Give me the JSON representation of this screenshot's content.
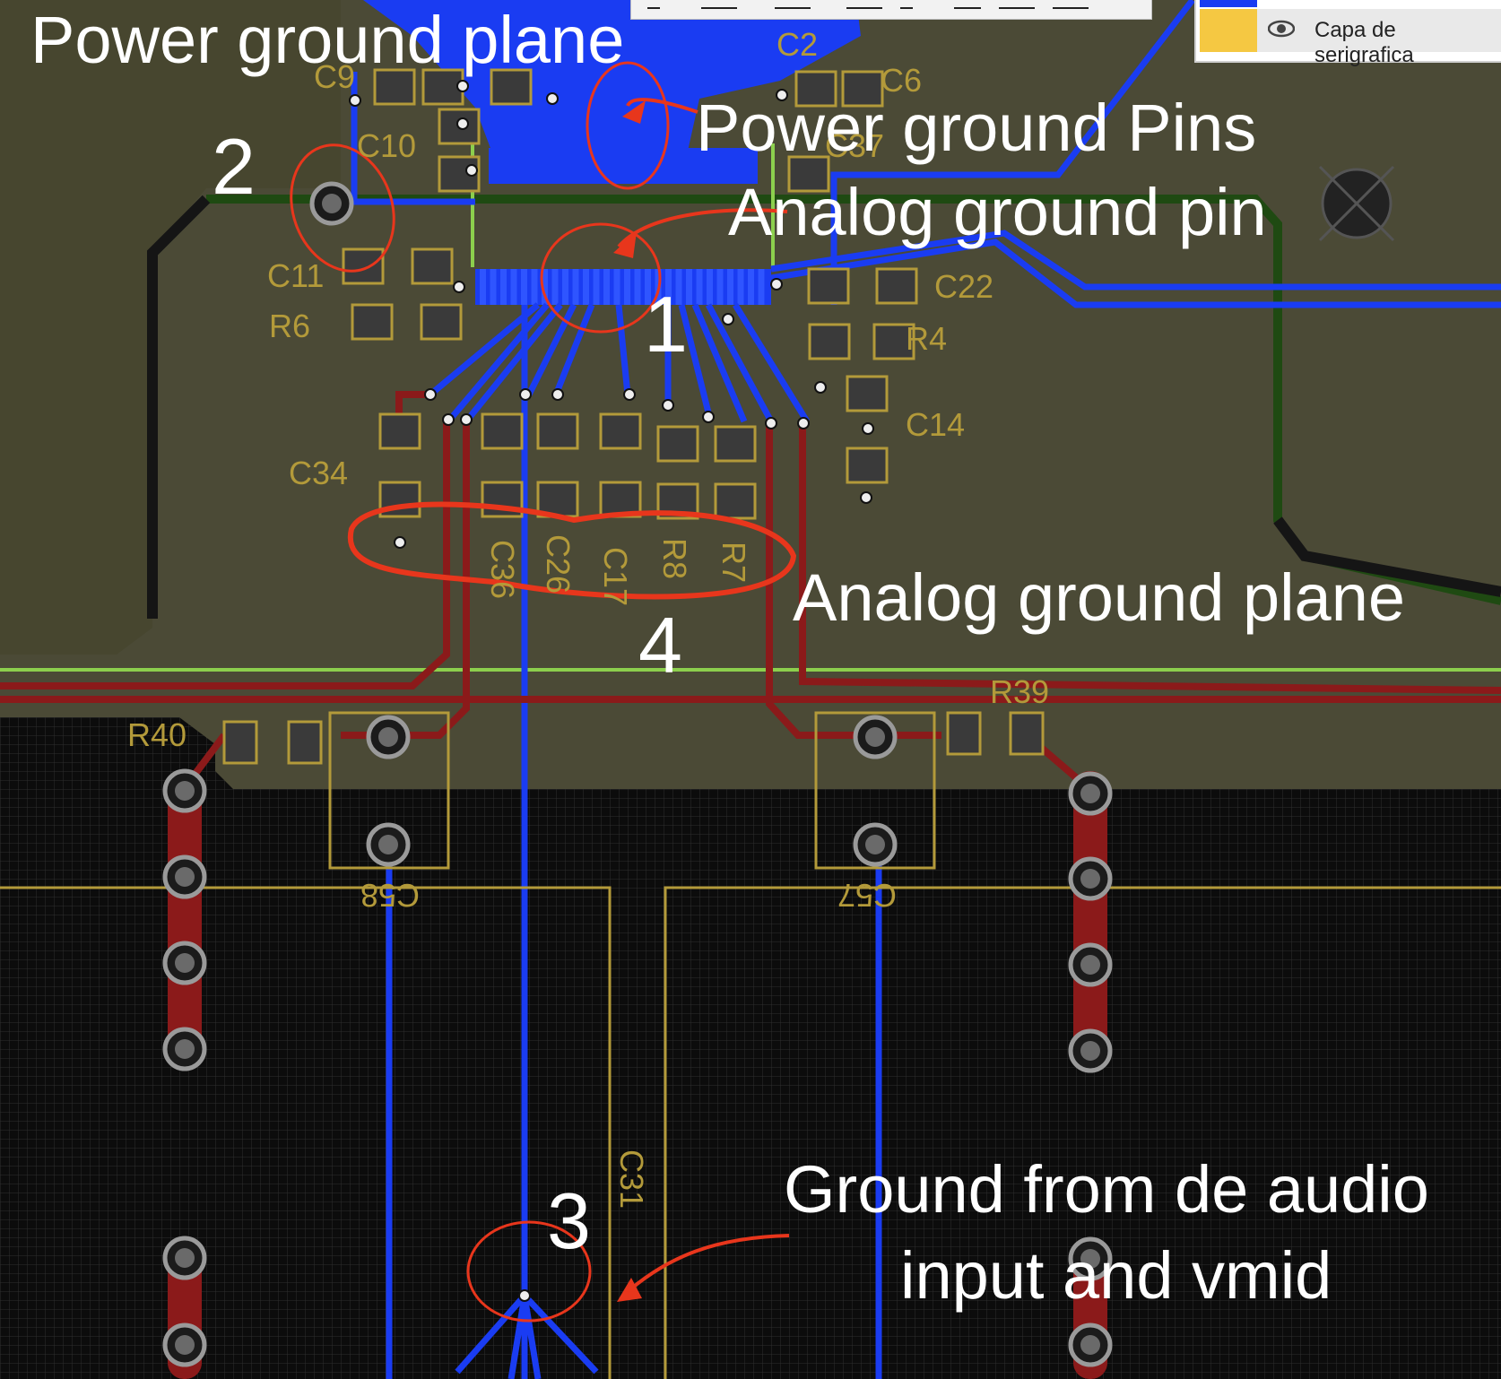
{
  "annotations": {
    "power_ground_plane": "Power  ground plane",
    "power_ground_pins": "Power  ground Pins",
    "analog_ground_pin": "Analog ground pin",
    "analog_ground_plane": "Analog  ground plane",
    "ground_from_audio_line1": "Ground from de audio",
    "ground_from_audio_line2": "input and vmid",
    "marker_1": "1",
    "marker_2": "2",
    "marker_3": "3",
    "marker_4": "4"
  },
  "components": {
    "C9": "C9",
    "C10": "C10",
    "C11": "C11",
    "R6": "R6",
    "C2": "C2",
    "C6": "C6",
    "C37": "C37",
    "C22": "C22",
    "R4": "R4",
    "C14": "C14",
    "C34": "C34",
    "C36": "C36",
    "C26": "C26",
    "C17": "C17",
    "R8": "R8",
    "R7": "R7",
    "R40": "R40",
    "R39": "R39",
    "C58": "C58",
    "C57": "C57",
    "C31": "C31"
  },
  "layer_panel": {
    "layer_name": "Capa de serigrafica",
    "eye_icon": "eye-icon"
  },
  "colors": {
    "top_copper": "#1a3cf2",
    "bottom_copper": "#8b1a1a",
    "ground_fill": "#4b4a36",
    "silkscreen": "#b39a3a",
    "annotation": "#ffffff",
    "markup_circle": "#e8361c",
    "board_outline": "#8ccf4d"
  }
}
